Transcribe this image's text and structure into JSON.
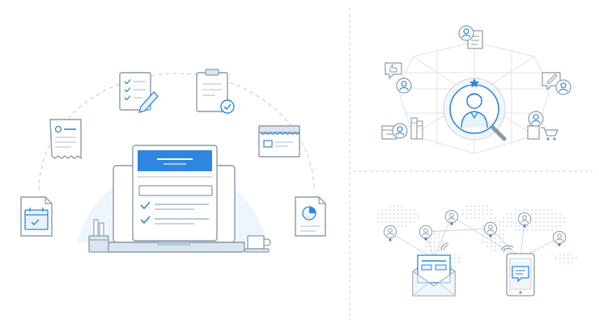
{
  "colors": {
    "line": "#8a9aab",
    "line_light": "#c9d3de",
    "accent": "#2f86e0",
    "accent_dark": "#1f6fc5",
    "fill_light": "#e8f2fc",
    "fill_lighter": "#f2f7fd",
    "dash": "#c8d3df"
  },
  "panels": {
    "left": {
      "name": "document-management-illustration"
    },
    "top_right": {
      "name": "user-profile-network-illustration"
    },
    "bottom_right": {
      "name": "global-messaging-illustration"
    }
  },
  "icons": {
    "left": [
      "calendar-document-icon",
      "receipt-document-icon",
      "checklist-document-icon",
      "clipboard-check-icon",
      "browser-window-icon",
      "pie-chart-document-icon",
      "laptop-form-icon",
      "pencil-cup-icon",
      "coffee-mug-icon"
    ],
    "top_right": [
      "user-profile-magnifier-icon",
      "star-icon",
      "user-document-icon",
      "thumbs-up-icon",
      "pencil-chat-icon",
      "calendar-icon",
      "books-icon",
      "shopping-bag-icon",
      "shopping-cart-icon"
    ],
    "bottom_right": [
      "world-map-dots",
      "envelope-letter-icon",
      "tablet-chat-icon",
      "wifi-signal-icon"
    ]
  }
}
